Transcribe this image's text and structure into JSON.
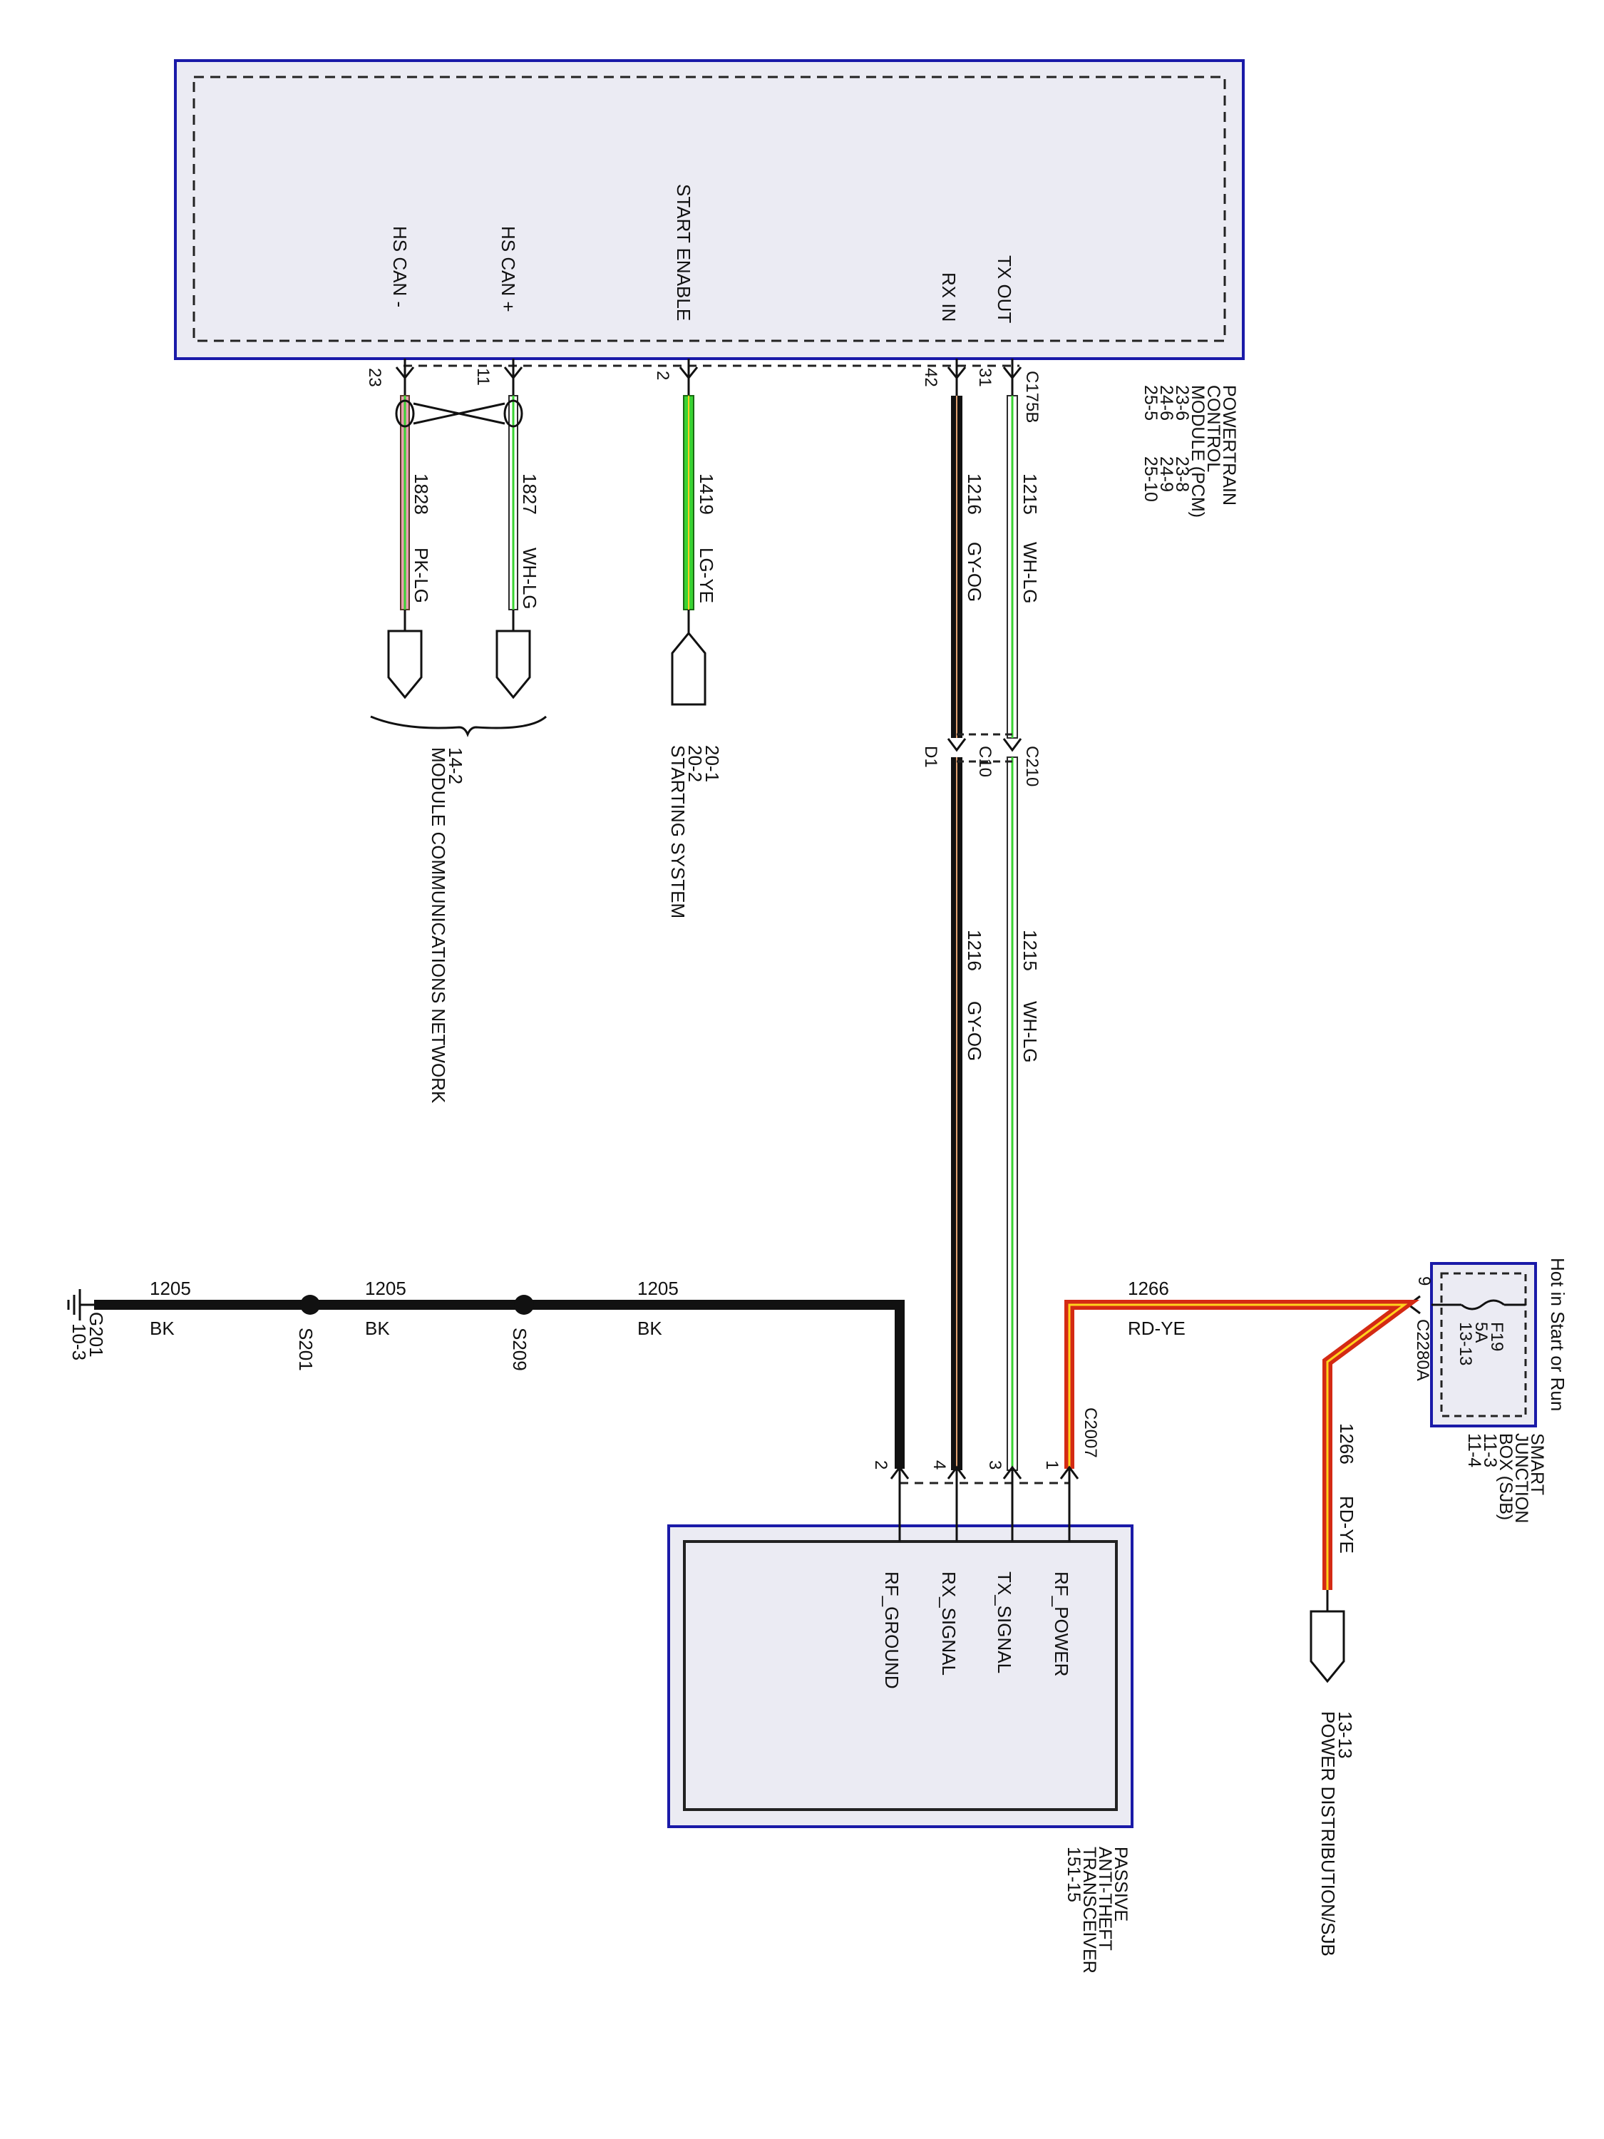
{
  "colors": {
    "module_border": "#1a1aa8",
    "module_fill": "#ebebf3",
    "wire_black": "#111111",
    "wire_green": "#39d332",
    "wire_white": "#ffffff",
    "wire_pink": "#e9a0b0",
    "wire_orange": "#e0a070",
    "wire_red": "#d42a14",
    "wire_yellow": "#ffd21e"
  },
  "pcm": {
    "pins": {
      "hs_can_minus": "HS CAN -",
      "hs_can_plus": "HS CAN +",
      "start_enable": "START ENABLE",
      "rx_in": "RX IN",
      "tx_out": "TX OUT"
    },
    "pin_numbers": {
      "p23": "23",
      "p11": "11",
      "p2": "2",
      "p42": "42",
      "p31": "31"
    },
    "connector": "C175B",
    "name_lines": [
      "POWERTRAIN",
      "CONTROL",
      "MODULE (PCM)"
    ],
    "refs": [
      [
        "23-6",
        "23-8"
      ],
      [
        "24-6",
        "24-9"
      ],
      [
        "25-5",
        "25-10"
      ]
    ]
  },
  "wires": {
    "w1828": {
      "circuit": "1828",
      "color": "PK-LG"
    },
    "w1827": {
      "circuit": "1827",
      "color": "WH-LG"
    },
    "w1419": {
      "circuit": "1419",
      "color": "LG-YE"
    },
    "w1216": {
      "circuit": "1216",
      "color": "GY-OG"
    },
    "w1215": {
      "circuit": "1215",
      "color": "WH-LG"
    },
    "w1205": {
      "circuit": "1205",
      "color": "BK"
    },
    "w1266": {
      "circuit": "1266",
      "color": "RD-YE"
    }
  },
  "refs": {
    "mcn_num": "14-2",
    "mcn_name": "MODULE COMMUNICATIONS NETWORK",
    "starting_num1": "20-1",
    "starting_num2": "20-2",
    "starting_name": "STARTING SYSTEM",
    "power_num": "13-13",
    "power_name": "POWER DISTRIBUTION/SJB"
  },
  "inline": {
    "c210": "C210",
    "c10": "C10",
    "d1": "D1"
  },
  "ground": {
    "name": "G201",
    "ref": "10-3",
    "s201": "S201",
    "s209": "S209"
  },
  "sjb": {
    "hot_label": "Hot in Start or Run",
    "fuse": "F19",
    "amps": "5A",
    "fuse_ref": "13-13",
    "pin": "9",
    "connector": "C2280A",
    "name_lines": [
      "SMART",
      "JUNCTION",
      "BOX (SJB)"
    ],
    "refs": [
      "11-3",
      "11-4"
    ]
  },
  "pats": {
    "connector": "C2007",
    "pin_numbers": {
      "p1": "1",
      "p2": "2",
      "p3": "3",
      "p4": "4"
    },
    "pins": {
      "rf_power": "RF_POWER",
      "tx_signal": "TX_SIGNAL",
      "rx_signal": "RX_SIGNAL",
      "rf_ground": "RF_GROUND"
    },
    "name_lines": [
      "PASSIVE",
      "ANTI-THEFT",
      "TRANSCEIVER"
    ],
    "ref": "151-15"
  }
}
